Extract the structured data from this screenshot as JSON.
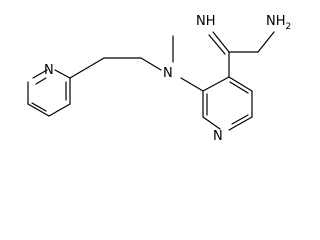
{
  "atom_labels": {
    "imine_nh": "NH",
    "amidine_nh2": "NH",
    "amidine_nh2_subscript": "2",
    "amine_n": "N",
    "pyridine_left_n": "N",
    "pyridine_right_n": "N"
  },
  "colors": {
    "bond": "#000000",
    "label": "#000000",
    "background": "#ffffff"
  }
}
